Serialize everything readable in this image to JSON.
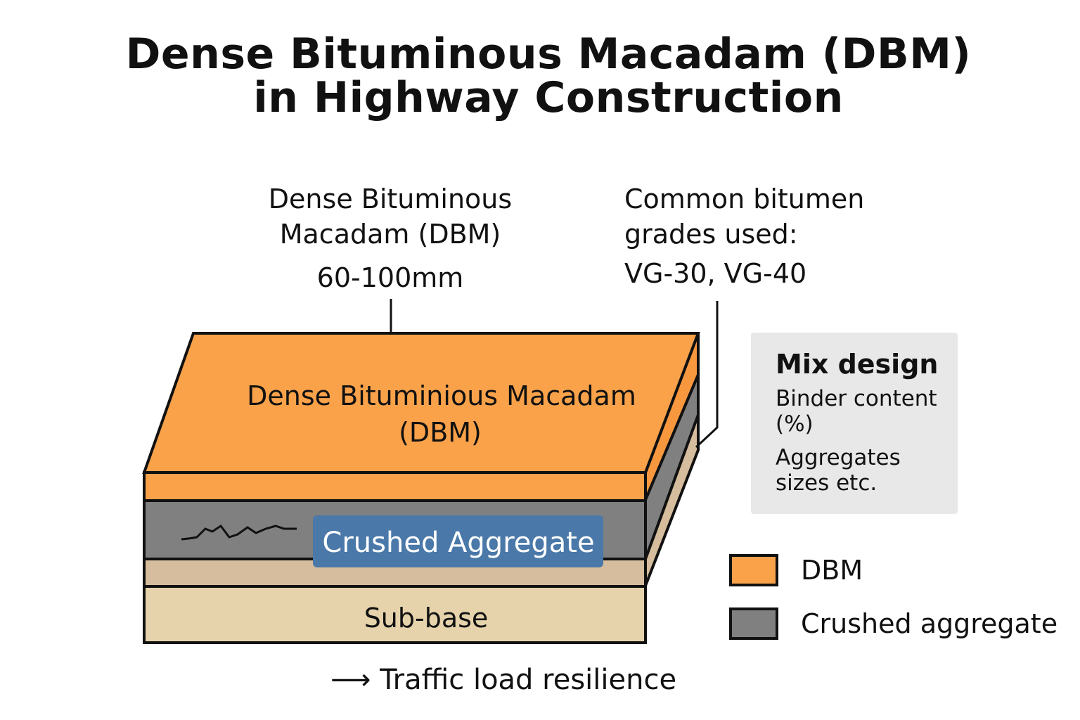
{
  "title": {
    "line1": "Dense Bituminous Macadam (DBM)",
    "line2": "in Highway Construction"
  },
  "callout_dbm": {
    "line1": "Dense Bituminous",
    "line2": "Macadam (DBM)",
    "thickness": "60-100mm"
  },
  "callout_grades": {
    "line1": "Common bitumen",
    "line2": "grades used:",
    "grades": "VG-30, VG-40"
  },
  "layers": {
    "top_label_line1": "Dense Bituminious Macadam",
    "top_label_line2": "(DBM)",
    "crushed_label": "Crushed Aggregate",
    "subbase_label": "Sub-base"
  },
  "mix_design": {
    "title": "Mix design",
    "item1": "Binder content (%)",
    "item2": "Aggregates sizes etc."
  },
  "legend": {
    "dbm_label": "DBM",
    "agg_label": "Crushed aggregate"
  },
  "footer": {
    "arrow": "⟶",
    "text": "Traffic load resilience"
  },
  "colors": {
    "dbm_top": "#f9a24a",
    "dbm_side": "#f7983f",
    "aggregate": "#808080",
    "aggregate_badge": "#4a78a8",
    "base": "#d6bd9d",
    "subbase": "#e6d3ac",
    "outline": "#111111"
  }
}
